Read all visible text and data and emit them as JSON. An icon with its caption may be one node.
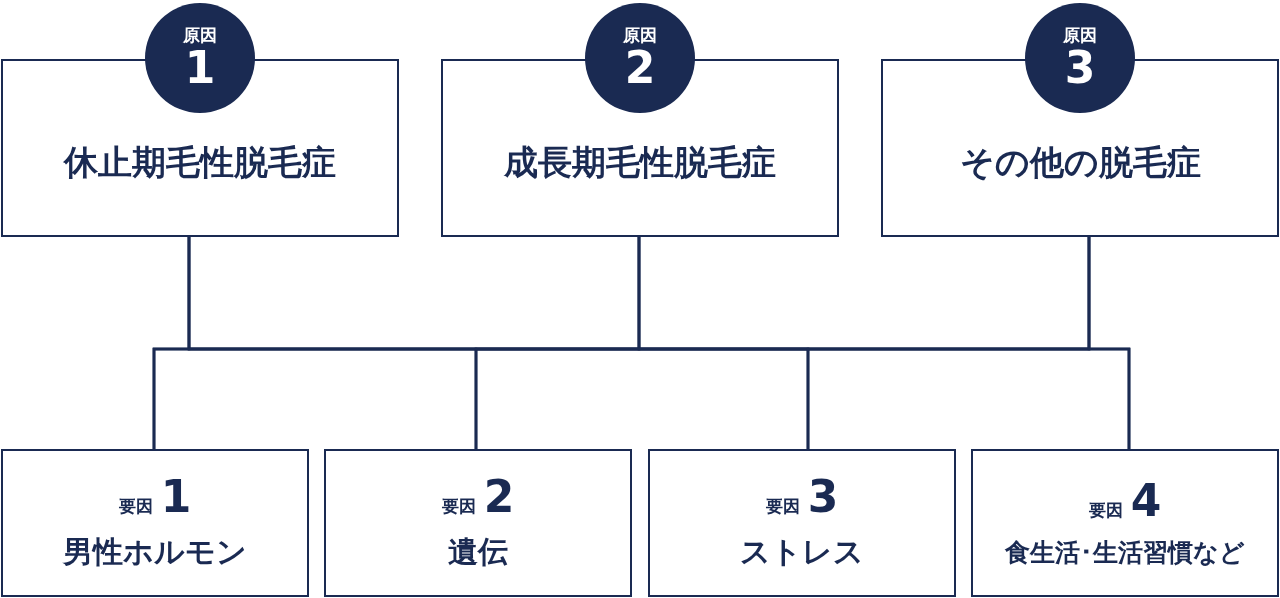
{
  "diagram": {
    "nodes": [
      {
        "text": [
          "原因",
          "1"
        ]
      },
      {
        "text": [
          "休止期毛性脱毛症"
        ]
      },
      {
        "text": [
          "原因",
          "2"
        ]
      },
      {
        "text": [
          "成長期毛性脱毛症"
        ]
      },
      {
        "text": [
          "原因",
          "3"
        ]
      },
      {
        "text": [
          "その他の脱毛症"
        ]
      },
      {
        "text": [
          "要因",
          "1",
          "男性ホルモン"
        ]
      },
      {
        "text": [
          "要因",
          "2",
          "遺伝"
        ]
      },
      {
        "text": [
          "要因",
          "3",
          "ストレス"
        ]
      },
      {
        "text": [
          "要因",
          "4",
          "食生活･生活習慣など"
        ]
      }
    ],
    "edges": [
      {
        "from": 1,
        "to": 6,
        "arrow": "none"
      },
      {
        "from": 1,
        "to": 7,
        "arrow": "none"
      },
      {
        "from": 1,
        "to": 8,
        "arrow": "none"
      },
      {
        "from": 1,
        "to": 9,
        "arrow": "none"
      },
      {
        "from": 3,
        "to": 6,
        "arrow": "none"
      },
      {
        "from": 3,
        "to": 7,
        "arrow": "none"
      },
      {
        "from": 3,
        "to": 8,
        "arrow": "none"
      },
      {
        "from": 3,
        "to": 9,
        "arrow": "none"
      },
      {
        "from": 5,
        "to": 6,
        "arrow": "none"
      },
      {
        "from": 5,
        "to": 7,
        "arrow": "none"
      },
      {
        "from": 5,
        "to": 8,
        "arrow": "none"
      },
      {
        "from": 5,
        "to": 9,
        "arrow": "none"
      }
    ]
  }
}
